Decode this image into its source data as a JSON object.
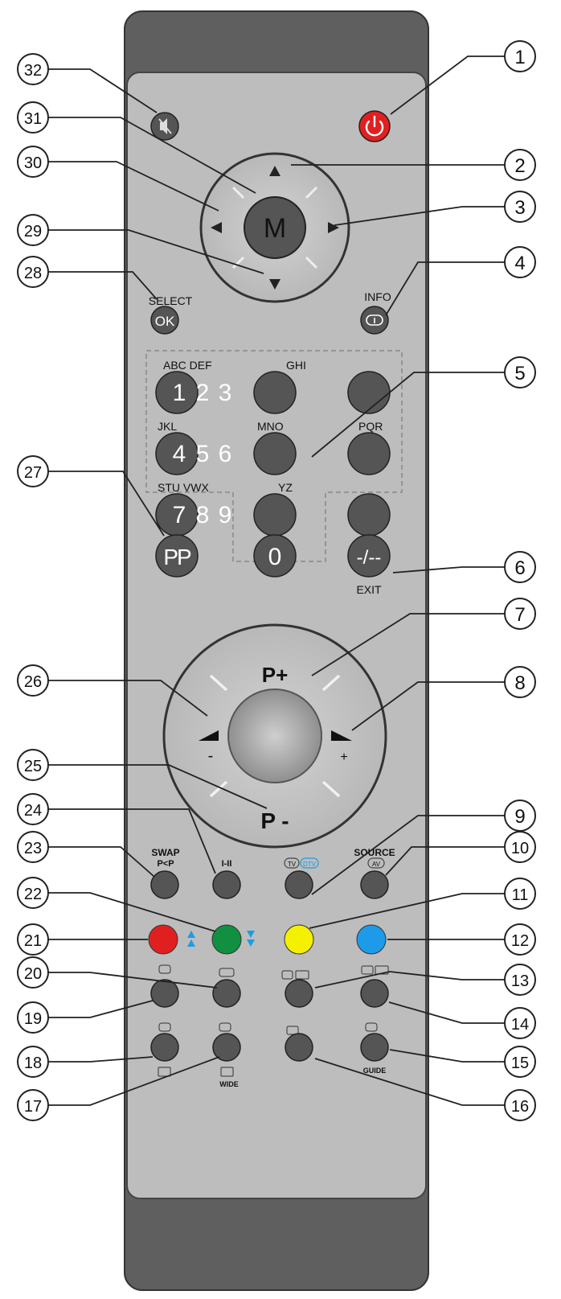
{
  "colors": {
    "remote_body": "#bdbdbd",
    "remote_top_band": "#6b6b6b",
    "button_dark": "#555555",
    "power_red": "#e02020",
    "red": "#e02020",
    "green": "#109040",
    "yellow": "#f5f000",
    "blue": "#1e9be8",
    "arrow_blue": "#1e9be8"
  },
  "callouts": [
    "1",
    "2",
    "3",
    "4",
    "5",
    "6",
    "7",
    "8",
    "9",
    "10",
    "11",
    "12",
    "13",
    "14",
    "15",
    "16",
    "17",
    "18",
    "19",
    "20",
    "21",
    "22",
    "23",
    "24",
    "25",
    "26",
    "27",
    "28",
    "29",
    "30",
    "31",
    "32"
  ],
  "labels": {
    "menu": "M",
    "select": "SELECT",
    "ok": "OK",
    "info": "INFO",
    "abc_def": "ABC DEF",
    "ghi": "GHI",
    "jkl": "JKL",
    "mno": "MNO",
    "pqr": "PQR",
    "stu_vwx": "STU VWX",
    "yz": "YZ",
    "pp": "PP",
    "zero": "0",
    "dash": "-/--",
    "exit": "EXIT",
    "p_plus": "P+",
    "p_minus": "P -",
    "vol_minus": "-",
    "vol_plus": "+",
    "swap": "SWAP",
    "p_lt_p": "P<P",
    "i_ii": "I-II",
    "tv": "TV",
    "dtv": "DTV",
    "source": "SOURCE",
    "av": "AV",
    "guide": "GUIDE",
    "wide": "WIDE",
    "digits_row1": [
      "1",
      "2",
      "3"
    ],
    "digits_row2": [
      "4",
      "5",
      "6"
    ],
    "digits_row3": [
      "7",
      "8",
      "9"
    ]
  },
  "icons": [
    "mute-icon",
    "power-icon",
    "info-icon",
    "teletext-icons",
    "arrow-up-icon",
    "arrow-down-icon",
    "arrow-left-icon",
    "arrow-right-icon"
  ]
}
